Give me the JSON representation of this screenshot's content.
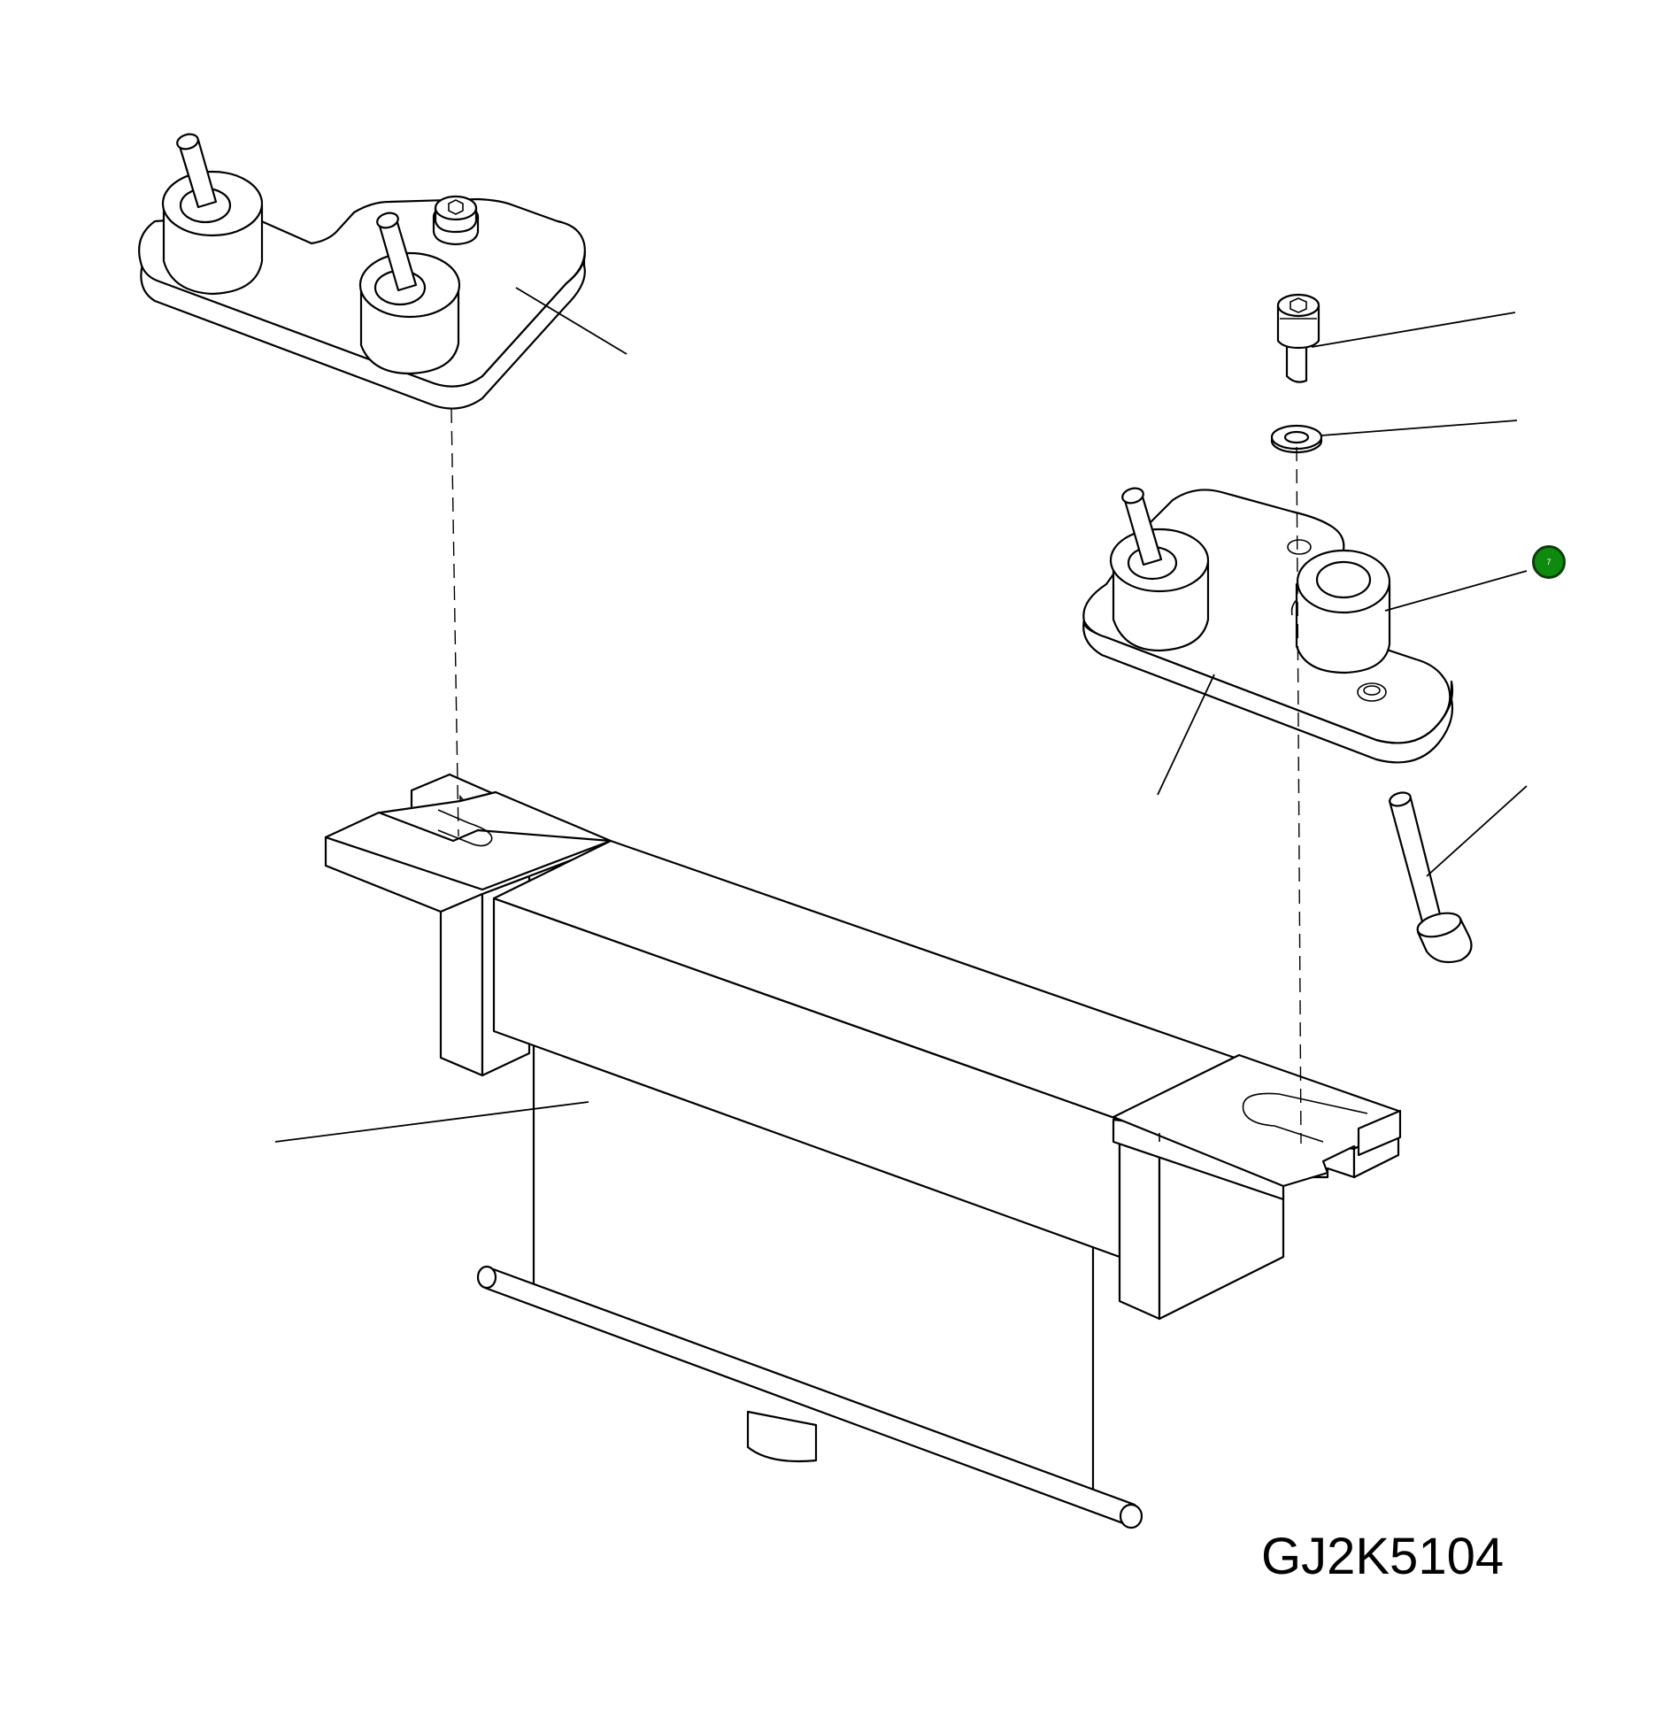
{
  "drawing": {
    "id_label": "GJ2K5104",
    "line_color": "#000000",
    "background": "#ffffff"
  },
  "callouts": [
    {
      "number": "7",
      "color": "#0e8a0e",
      "border": "#0a3d0a"
    }
  ],
  "parts": [
    "left-bracket-plate",
    "right-bracket-plate",
    "cap-screw",
    "washer",
    "spacer-bushing",
    "long-cap-screw",
    "crossbar-frame",
    "axle-rod"
  ]
}
